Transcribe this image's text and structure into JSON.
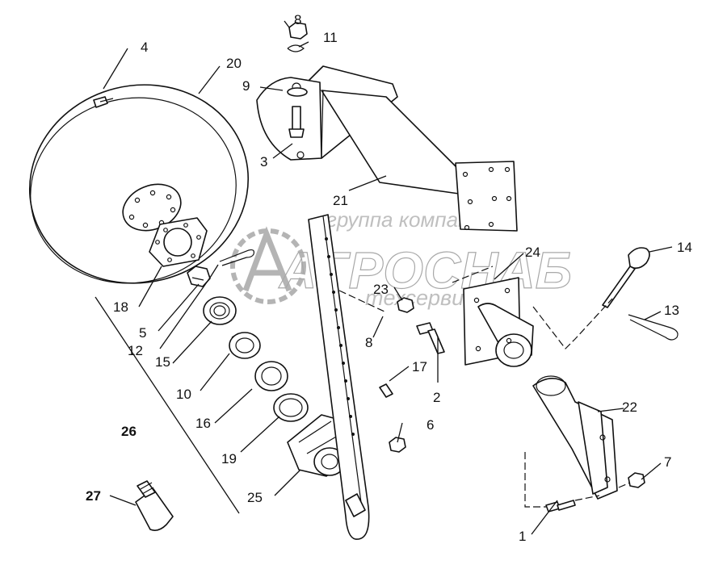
{
  "watermark": {
    "line1": "группа компаний",
    "line2": "АГРОСНАБ",
    "line3": "техсервис"
  },
  "callouts": {
    "c1": "1",
    "c2": "2",
    "c3": "3",
    "c4": "4",
    "c5": "5",
    "c6": "6",
    "c7": "7",
    "c8a": "8",
    "c8b": "8",
    "c9": "9",
    "c10": "10",
    "c11": "11",
    "c12": "12",
    "c13": "13",
    "c14": "14",
    "c15": "15",
    "c16": "16",
    "c17": "17",
    "c18": "18",
    "c19": "19",
    "c20": "20",
    "c21": "21",
    "c22": "22",
    "c23": "23",
    "c24": "24",
    "c25": "25",
    "c26": "26",
    "c27": "27"
  }
}
